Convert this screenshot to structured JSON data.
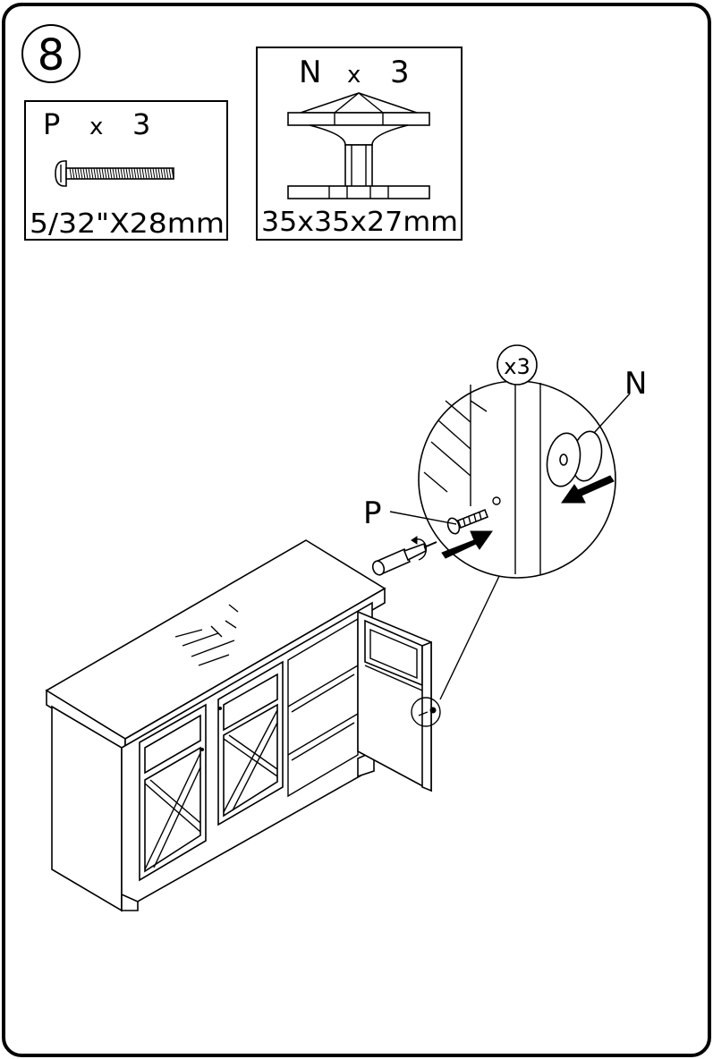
{
  "step": {
    "number": "8"
  },
  "parts": [
    {
      "letter": "P",
      "times": "x",
      "qty": "3",
      "size": "5/32\"X28mm",
      "icon": "screw-icon"
    },
    {
      "letter": "N",
      "times": "x",
      "qty": "3",
      "size": "35x35x27mm",
      "icon": "knob-icon"
    }
  ],
  "callout": {
    "multiplier": "x3",
    "label_knob": "N",
    "label_screw": "P"
  },
  "colors": {
    "line": "#000000",
    "paper": "#ffffff"
  }
}
